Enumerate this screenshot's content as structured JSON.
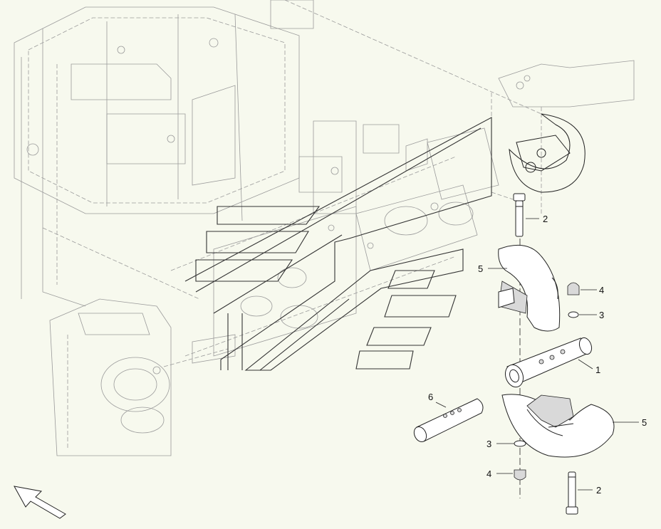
{
  "callouts": [
    {
      "id": "c2-top",
      "text": "2"
    },
    {
      "id": "c5-top",
      "text": "5"
    },
    {
      "id": "c4-right",
      "text": "4"
    },
    {
      "id": "c3-right",
      "text": "3"
    },
    {
      "id": "c1",
      "text": "1"
    },
    {
      "id": "c6",
      "text": "6"
    },
    {
      "id": "c5-bottom",
      "text": "5"
    },
    {
      "id": "c3-left",
      "text": "3"
    },
    {
      "id": "c4-left",
      "text": "4"
    },
    {
      "id": "c2-bottom",
      "text": "2"
    }
  ],
  "colors": {
    "background": "#f7f9ee",
    "line": "#222222",
    "context": "#9a9a9a"
  }
}
